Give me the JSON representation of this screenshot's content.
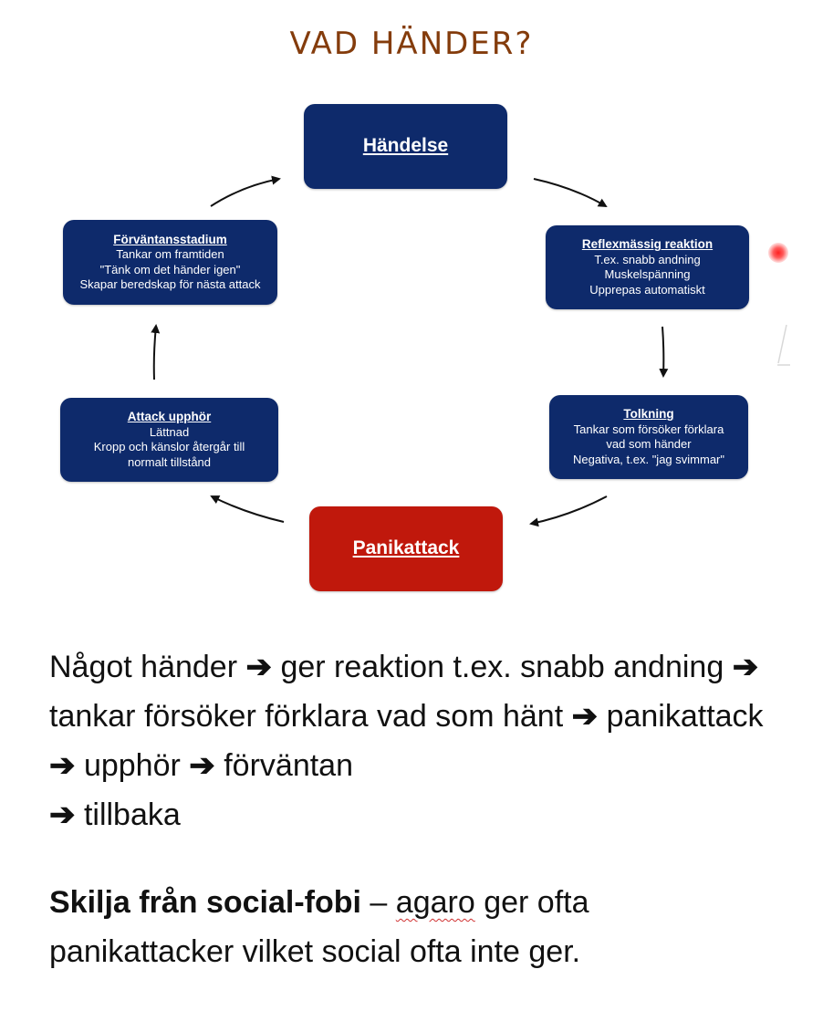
{
  "title": "VAD HÄNDER?",
  "diagram": {
    "handelse": {
      "head": "Händelse"
    },
    "reflex": {
      "head": "Reflexmässig reaktion",
      "lines": [
        "T.ex. snabb andning",
        "Muskelspänning",
        "Upprepas automatiskt"
      ]
    },
    "tolkning": {
      "head": "Tolkning",
      "lines": [
        "Tankar som försöker förklara",
        "vad som händer",
        "Negativa, t.ex. \"jag svimmar\""
      ]
    },
    "panikattack": {
      "head": "Panikattack"
    },
    "upphor": {
      "head": "Attack upphör",
      "lines": [
        "Lättnad",
        "Kropp och känslor återgår till",
        "normalt tillstånd"
      ]
    },
    "forvantan": {
      "head": "Förväntansstadium",
      "lines": [
        "Tankar om framtiden",
        "\"Tänk om det händer igen\"",
        "Skapar beredskap för nästa attack"
      ]
    },
    "colors": {
      "navy": "#0e2a6b",
      "red": "#c0180c",
      "title": "#843c0c"
    }
  },
  "paragraph1": {
    "arrow": "➔",
    "parts": [
      "Något händer",
      "ger reaktion t.ex. snabb andning",
      "tankar försöker förklara vad som hänt",
      "panikattack",
      "upphör",
      "förväntan",
      "tillbaka"
    ]
  },
  "paragraph2": {
    "bold": "Skilja från social-fobi",
    "dash": " – ",
    "misspelled": "agaro",
    "rest": " ger ofta panikattacker vilket social ofta inte ger."
  }
}
